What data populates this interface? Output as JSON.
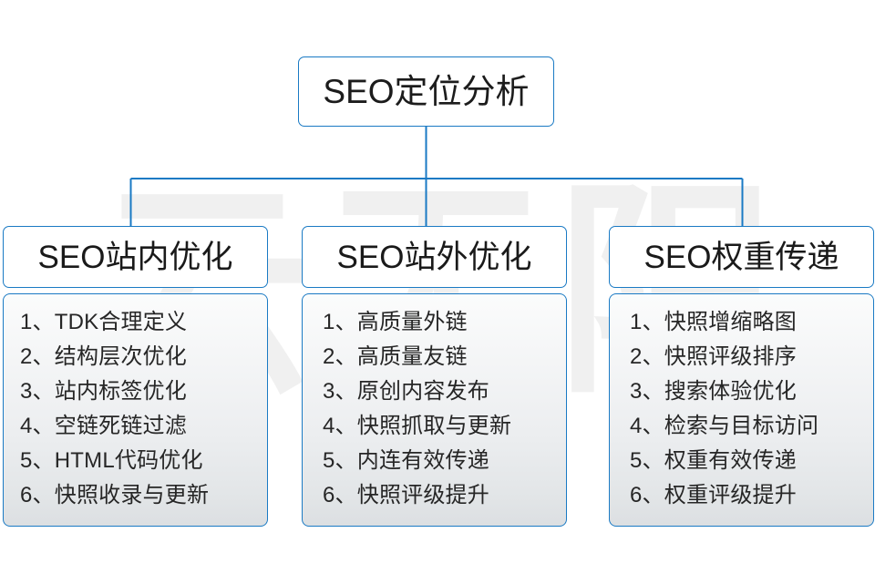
{
  "watermark": {
    "text": "云无限"
  },
  "theme": {
    "border_color": "#1a7ac4",
    "text_color": "#1a1a1a",
    "body_background_top": "#fbfcfc",
    "body_background_bottom": "#dcdfe2",
    "page_background": "#ffffff"
  },
  "root": {
    "title": "SEO定位分析"
  },
  "columns": [
    {
      "header": "SEO站内优化",
      "items": [
        "1、TDK合理定义",
        "2、结构层次优化",
        "3、站内标签优化",
        "4、空链死链过滤",
        "5、HTML代码优化",
        "6、快照收录与更新"
      ]
    },
    {
      "header": "SEO站外优化",
      "items": [
        "1、高质量外链",
        "2、高质量友链",
        "3、原创内容发布",
        "4、快照抓取与更新",
        "5、内连有效传递",
        "6、快照评级提升"
      ]
    },
    {
      "header": "SEO权重传递",
      "items": [
        "1、快照增缩略图",
        "2、快照评级排序",
        "3、搜索体验优化",
        "4、检索与目标访问",
        "5、权重有效传递",
        "6、权重评级提升"
      ]
    }
  ]
}
